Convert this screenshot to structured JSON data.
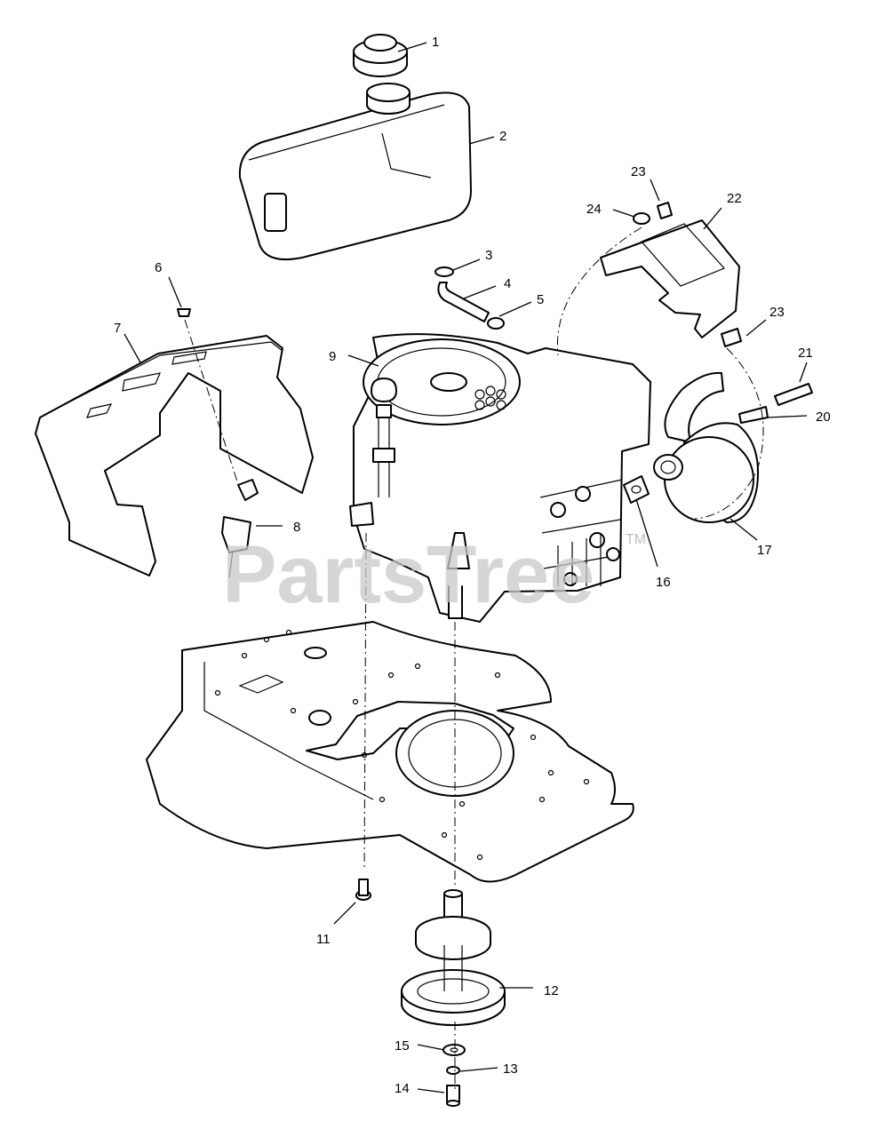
{
  "watermark": {
    "text": "PartsTree",
    "tm": "TM"
  },
  "callouts": [
    "1",
    "2",
    "3",
    "4",
    "5",
    "6",
    "7",
    "8",
    "9",
    "11",
    "12",
    "13",
    "14",
    "15",
    "16",
    "17",
    "20",
    "21",
    "22",
    "23",
    "23",
    "24"
  ]
}
